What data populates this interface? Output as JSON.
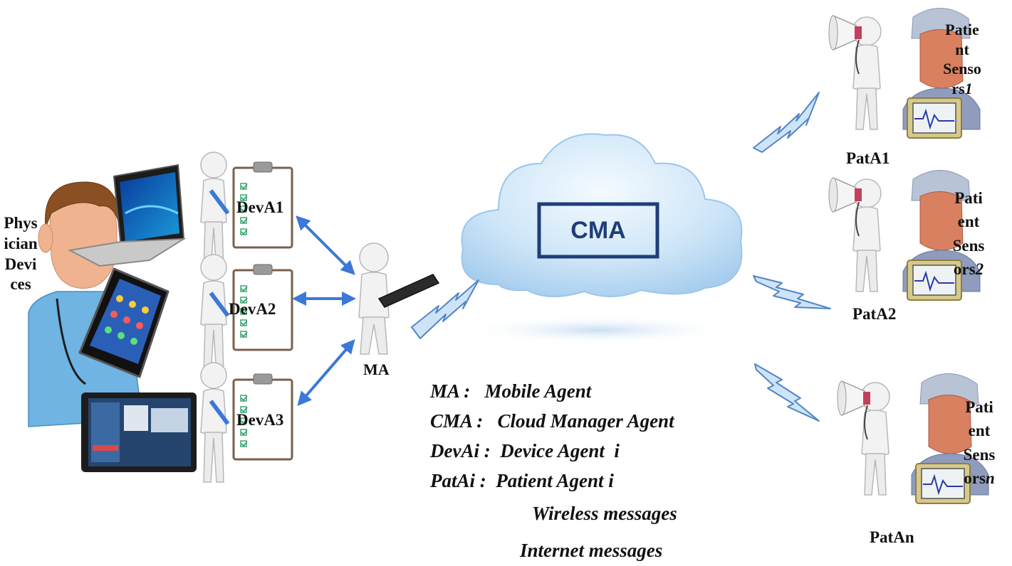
{
  "physician": {
    "label_lines": [
      "Phys",
      "ician",
      "Devi",
      "ces"
    ]
  },
  "device_agents": [
    "DevA1",
    "DevA2",
    "DevA3"
  ],
  "mobile_agent": "MA",
  "cloud": {
    "label": "CMA"
  },
  "patients": [
    {
      "agent": "PatA1",
      "sensor_lines": [
        "Patie",
        "nt",
        "Senso",
        "rs"
      ],
      "index": "1"
    },
    {
      "agent": "PatA2",
      "sensor_lines": [
        "Pati",
        "ent",
        "Sens",
        "ors"
      ],
      "index": "2"
    },
    {
      "agent": "PatAn",
      "sensor_lines": [
        "Pati",
        "ent",
        "Sens",
        "ors"
      ],
      "index": "n"
    }
  ],
  "legend": {
    "ma": "MA :   Mobile Agent",
    "cma": "CMA :   Cloud Manager Agent",
    "devai": "DevAi :  Device Agent  i",
    "patai": "PatAi :  Patient Agent i",
    "wireless": "Wireless messages",
    "internet": "Internet messages"
  },
  "colors": {
    "arrow": "#3b78d8",
    "bolt_fill": "#cfe3f7",
    "bolt_stroke": "#4f86c6",
    "cloud_fill": "#cfe6f8",
    "cloud_stroke": "#9cc6ea",
    "cma_box": "#1f3e78"
  }
}
